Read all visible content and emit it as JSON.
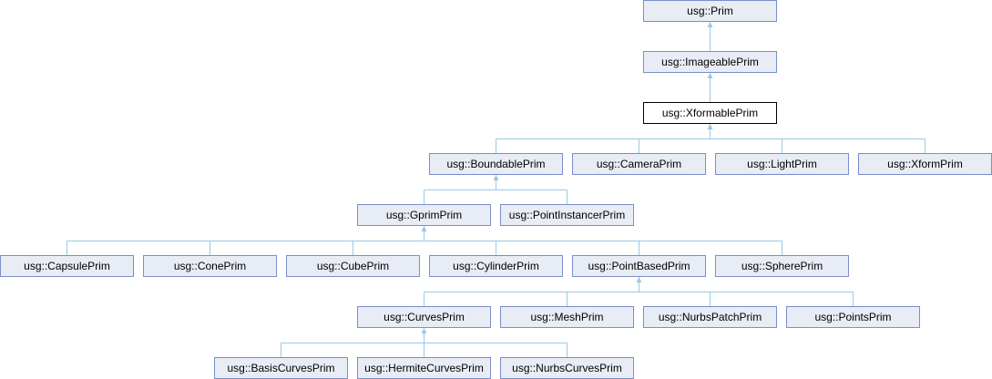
{
  "diagram": {
    "title": "Inheritance diagram for usg::XformablePrim",
    "line_color": "#98cae6",
    "nodes": [
      {
        "id": "prim",
        "label": "usg::Prim",
        "parent": null
      },
      {
        "id": "imageable",
        "label": "usg::ImageablePrim",
        "parent": "prim"
      },
      {
        "id": "xformable",
        "label": "usg::XformablePrim",
        "parent": "imageable",
        "current": true
      },
      {
        "id": "boundable",
        "label": "usg::BoundablePrim",
        "parent": "xformable"
      },
      {
        "id": "camera",
        "label": "usg::CameraPrim",
        "parent": "xformable"
      },
      {
        "id": "light",
        "label": "usg::LightPrim",
        "parent": "xformable"
      },
      {
        "id": "xform",
        "label": "usg::XformPrim",
        "parent": "xformable"
      },
      {
        "id": "gprim",
        "label": "usg::GprimPrim",
        "parent": "boundable"
      },
      {
        "id": "pointinstancer",
        "label": "usg::PointInstancerPrim",
        "parent": "boundable"
      },
      {
        "id": "capsule",
        "label": "usg::CapsulePrim",
        "parent": "gprim"
      },
      {
        "id": "cone",
        "label": "usg::ConePrim",
        "parent": "gprim"
      },
      {
        "id": "cube",
        "label": "usg::CubePrim",
        "parent": "gprim"
      },
      {
        "id": "cylinder",
        "label": "usg::CylinderPrim",
        "parent": "gprim"
      },
      {
        "id": "pointbased",
        "label": "usg::PointBasedPrim",
        "parent": "gprim"
      },
      {
        "id": "sphere",
        "label": "usg::SpherePrim",
        "parent": "gprim"
      },
      {
        "id": "curves",
        "label": "usg::CurvesPrim",
        "parent": "pointbased"
      },
      {
        "id": "mesh",
        "label": "usg::MeshPrim",
        "parent": "pointbased"
      },
      {
        "id": "nurbspatch",
        "label": "usg::NurbsPatchPrim",
        "parent": "pointbased"
      },
      {
        "id": "points",
        "label": "usg::PointsPrim",
        "parent": "pointbased"
      },
      {
        "id": "basiscurves",
        "label": "usg::BasisCurvesPrim",
        "parent": "curves"
      },
      {
        "id": "hermitecurves",
        "label": "usg::HermiteCurvesPrim",
        "parent": "curves"
      },
      {
        "id": "nurbscurves",
        "label": "usg::NurbsCurvesPrim",
        "parent": "curves"
      }
    ]
  }
}
